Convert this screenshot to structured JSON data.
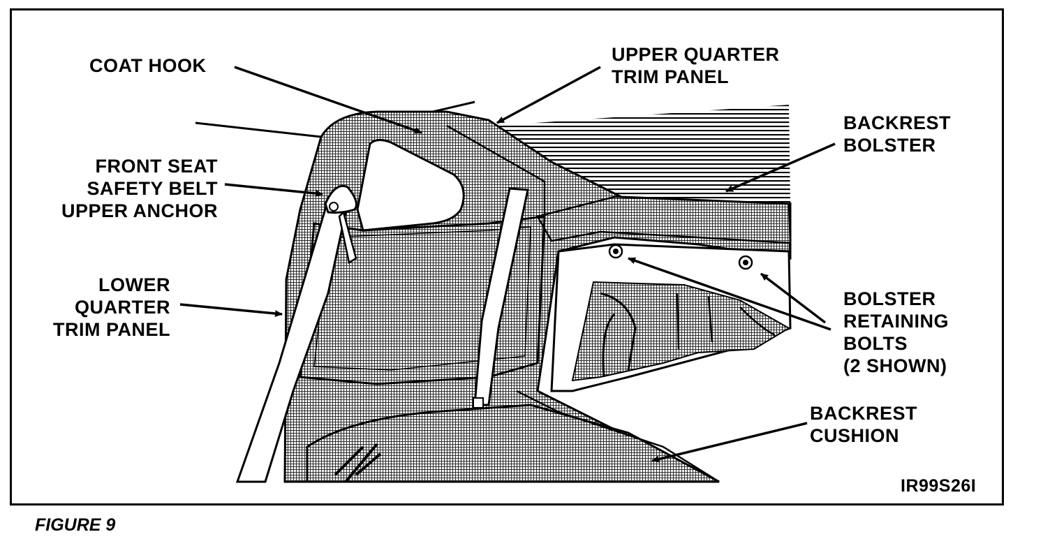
{
  "labels": {
    "coat_hook": [
      "COAT HOOK"
    ],
    "upper_quarter_trim_panel": [
      "UPPER QUARTER",
      "TRIM PANEL"
    ],
    "backrest_bolster": [
      "BACKREST",
      "BOLSTER"
    ],
    "front_seat_belt_anchor": [
      "FRONT SEAT",
      "SAFETY BELT",
      "UPPER ANCHOR"
    ],
    "lower_quarter_trim_panel": [
      "LOWER",
      "QUARTER",
      "TRIM PANEL"
    ],
    "bolster_retaining_bolts": [
      "BOLSTER",
      "RETAINING",
      "BOLTS",
      "(2 SHOWN)"
    ],
    "backrest_cushion": [
      "BACKREST",
      "CUSHION"
    ]
  },
  "illustration_id": "IR99S26I",
  "figure_caption": "FIGURE 9"
}
